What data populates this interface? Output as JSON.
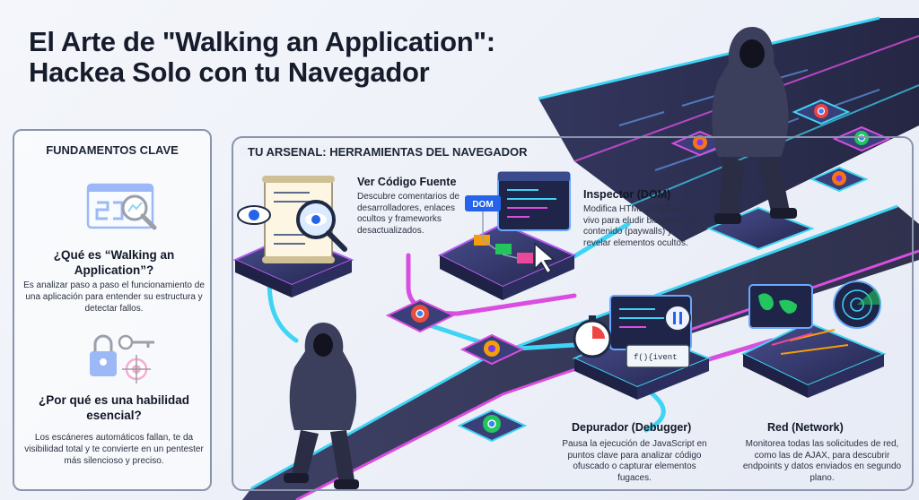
{
  "title": {
    "line1": "El Arte de \"Walking an Application\":",
    "line2": "Hackea Solo con tu Navegador"
  },
  "fundamentals": {
    "heading": "FUNDAMENTOS CLAVE",
    "q1_title": "¿Qué es “Walking an Application”?",
    "q1_body": "Es analizar paso a paso el funcionamiento de una aplicación para entender su estructura y detectar fallos.",
    "q2_title": "¿Por qué es una habilidad esencial?",
    "q2_body": "Los escáneres automáticos fallan, te da visibilidad total y te convierte en un pentester más silencioso y preciso."
  },
  "arsenal": {
    "heading": "TU ARSENAL: HERRAMIENTAS DEL NAVEGADOR",
    "tools": [
      {
        "title": "Ver Código Fuente",
        "desc": "Descubre comentarios de desarrolladores, enlaces ocultos y frameworks desactualizados."
      },
      {
        "title": "Inspector (DOM)",
        "desc": "Modifica HTML y CSS en vivo para eludir bloqueos de contenido (paywalls) y revelar elementos ocultos."
      },
      {
        "title": "Depurador (Debugger)",
        "desc": "Pausa la ejecución de JavaScript en puntos clave para analizar código ofuscado o capturar elementos fugaces."
      },
      {
        "title": "Red (Network)",
        "desc": "Monitorea todas las solicitudes de red, como las de AJAX, para descubrir endpoints y datos enviados en segundo plano."
      }
    ]
  },
  "icons": {
    "dom_label": "DOM",
    "debug_label": "f(){ivent"
  },
  "colors": {
    "platform": "#3a3f7a",
    "platform_edge": "#b25cf0",
    "glow_cyan": "#39d6f5",
    "glow_magenta": "#e64fd8",
    "hoodie": "#3b3f5c"
  }
}
